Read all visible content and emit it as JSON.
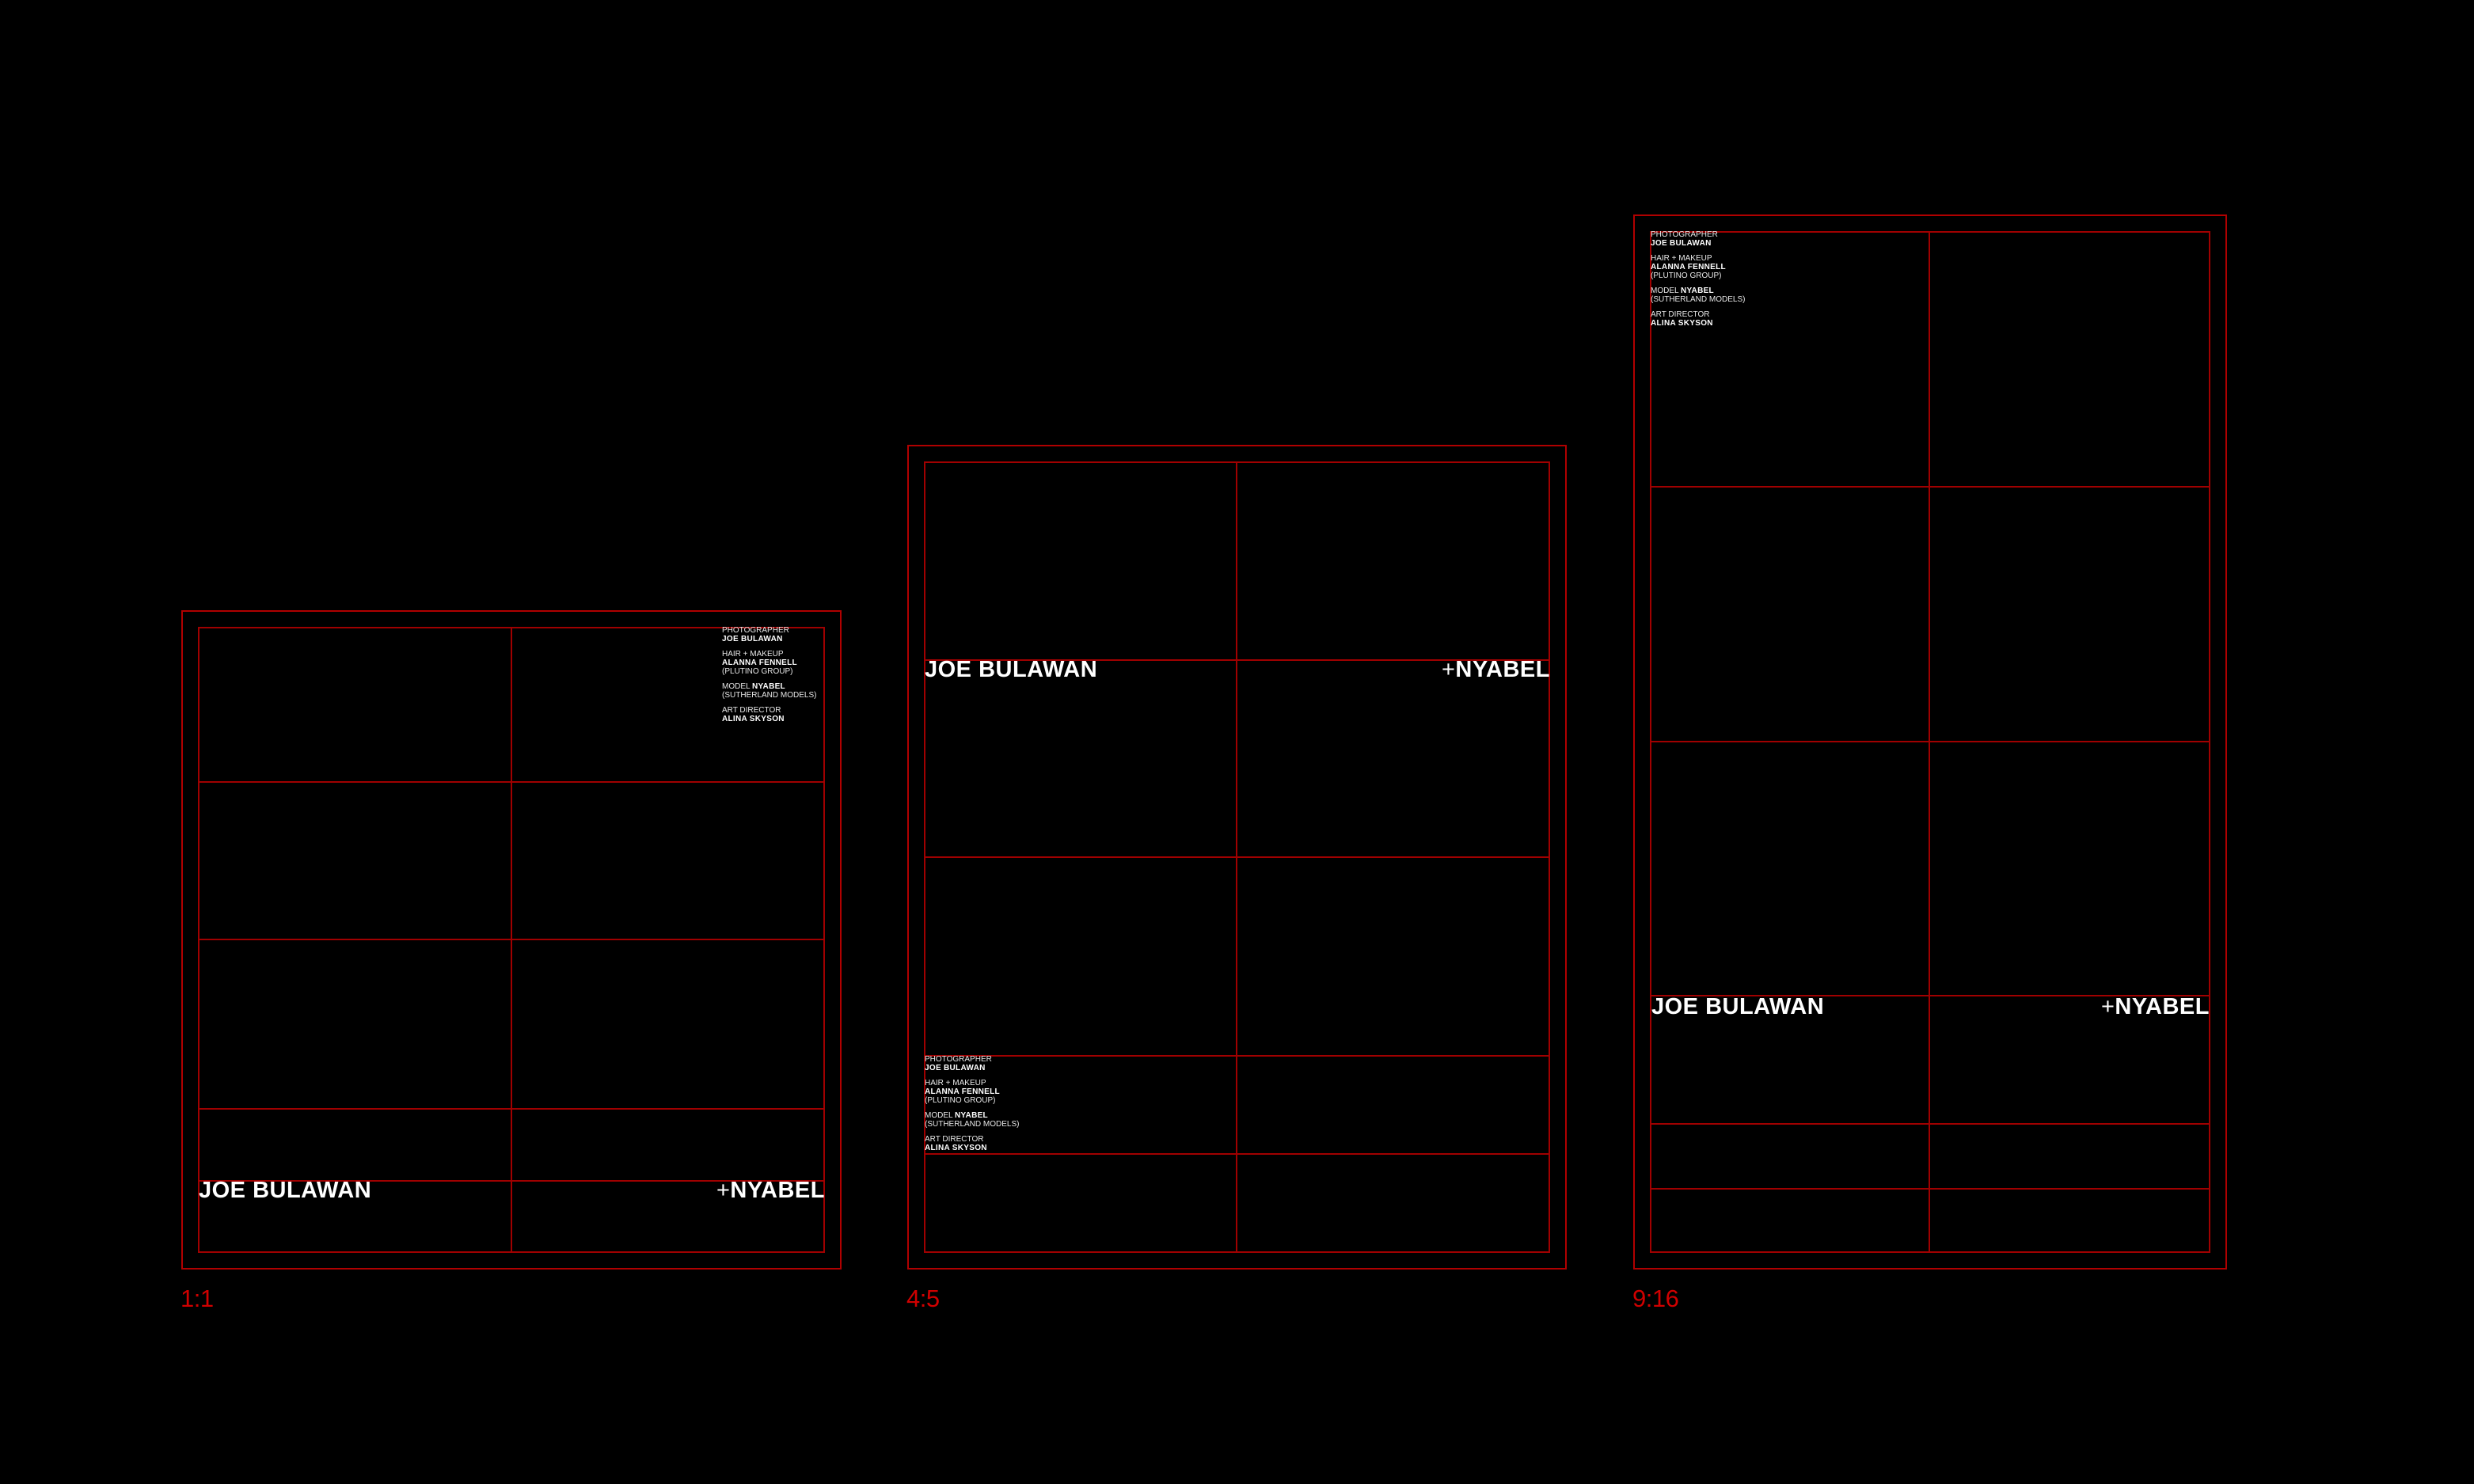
{
  "colors": {
    "background": "#000000",
    "frame": "#b00000",
    "grid": "#a00000",
    "label": "#d00000",
    "text": "#ffffff"
  },
  "formats": [
    {
      "id": "square",
      "label": "1:1",
      "name_left": "JOE BULAWAN",
      "name_right_plus": "+",
      "name_right": "NYABEL"
    },
    {
      "id": "portrait",
      "label": "4:5",
      "name_left": "JOE BULAWAN",
      "name_right_plus": "+",
      "name_right": "NYABEL"
    },
    {
      "id": "story",
      "label": "9:16",
      "name_left": "JOE BULAWAN",
      "name_right_plus": "+",
      "name_right": "NYABEL"
    }
  ],
  "credits": {
    "photographer_role": "PHOTOGRAPHER",
    "photographer_name": "JOE BULAWAN",
    "hair_makeup_role": "HAIR + MAKEUP",
    "hair_makeup_name": "ALANNA FENNELL",
    "hair_makeup_agency": "(PLUTINO GROUP)",
    "model_role": "MODEL ",
    "model_name": "NYABEL",
    "model_agency": "(SUTHERLAND MODELS)",
    "art_director_role": "ART DIRECTOR",
    "art_director_name": "ALINA SKYSON"
  }
}
